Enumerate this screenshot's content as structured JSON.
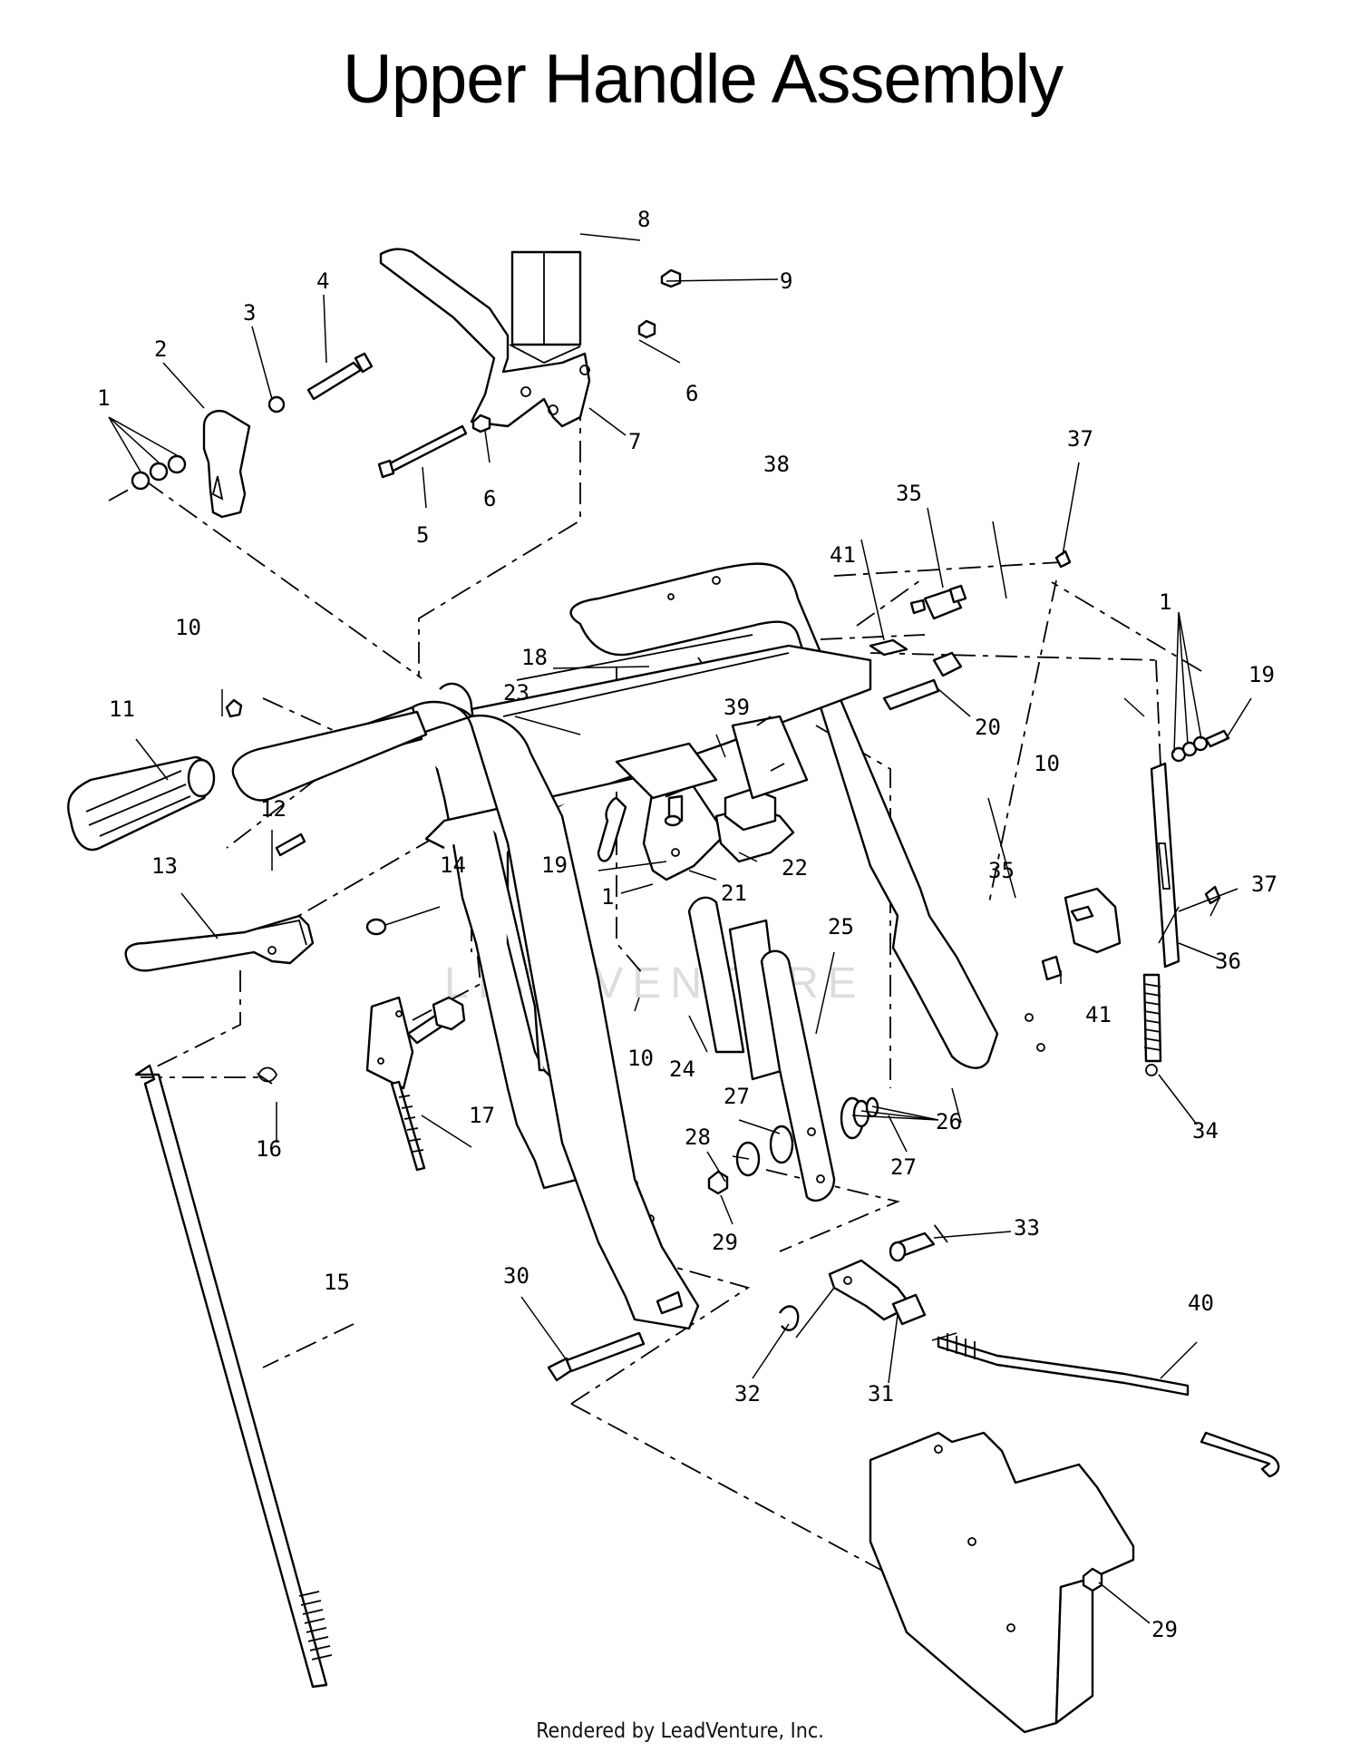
{
  "title": "Upper Handle Assembly",
  "footer": "Rendered by LeadVenture, Inc.",
  "watermark": "LEADVENTURE",
  "callouts": [
    "1",
    "2",
    "3",
    "4",
    "5",
    "6",
    "7",
    "8",
    "9",
    "10",
    "11",
    "12",
    "13",
    "14",
    "15",
    "16",
    "17",
    "18",
    "19",
    "20",
    "21",
    "22",
    "23",
    "24",
    "25",
    "26",
    "27",
    "28",
    "29",
    "30",
    "31",
    "32",
    "33",
    "34",
    "35",
    "36",
    "37",
    "38",
    "39",
    "40",
    "41"
  ]
}
